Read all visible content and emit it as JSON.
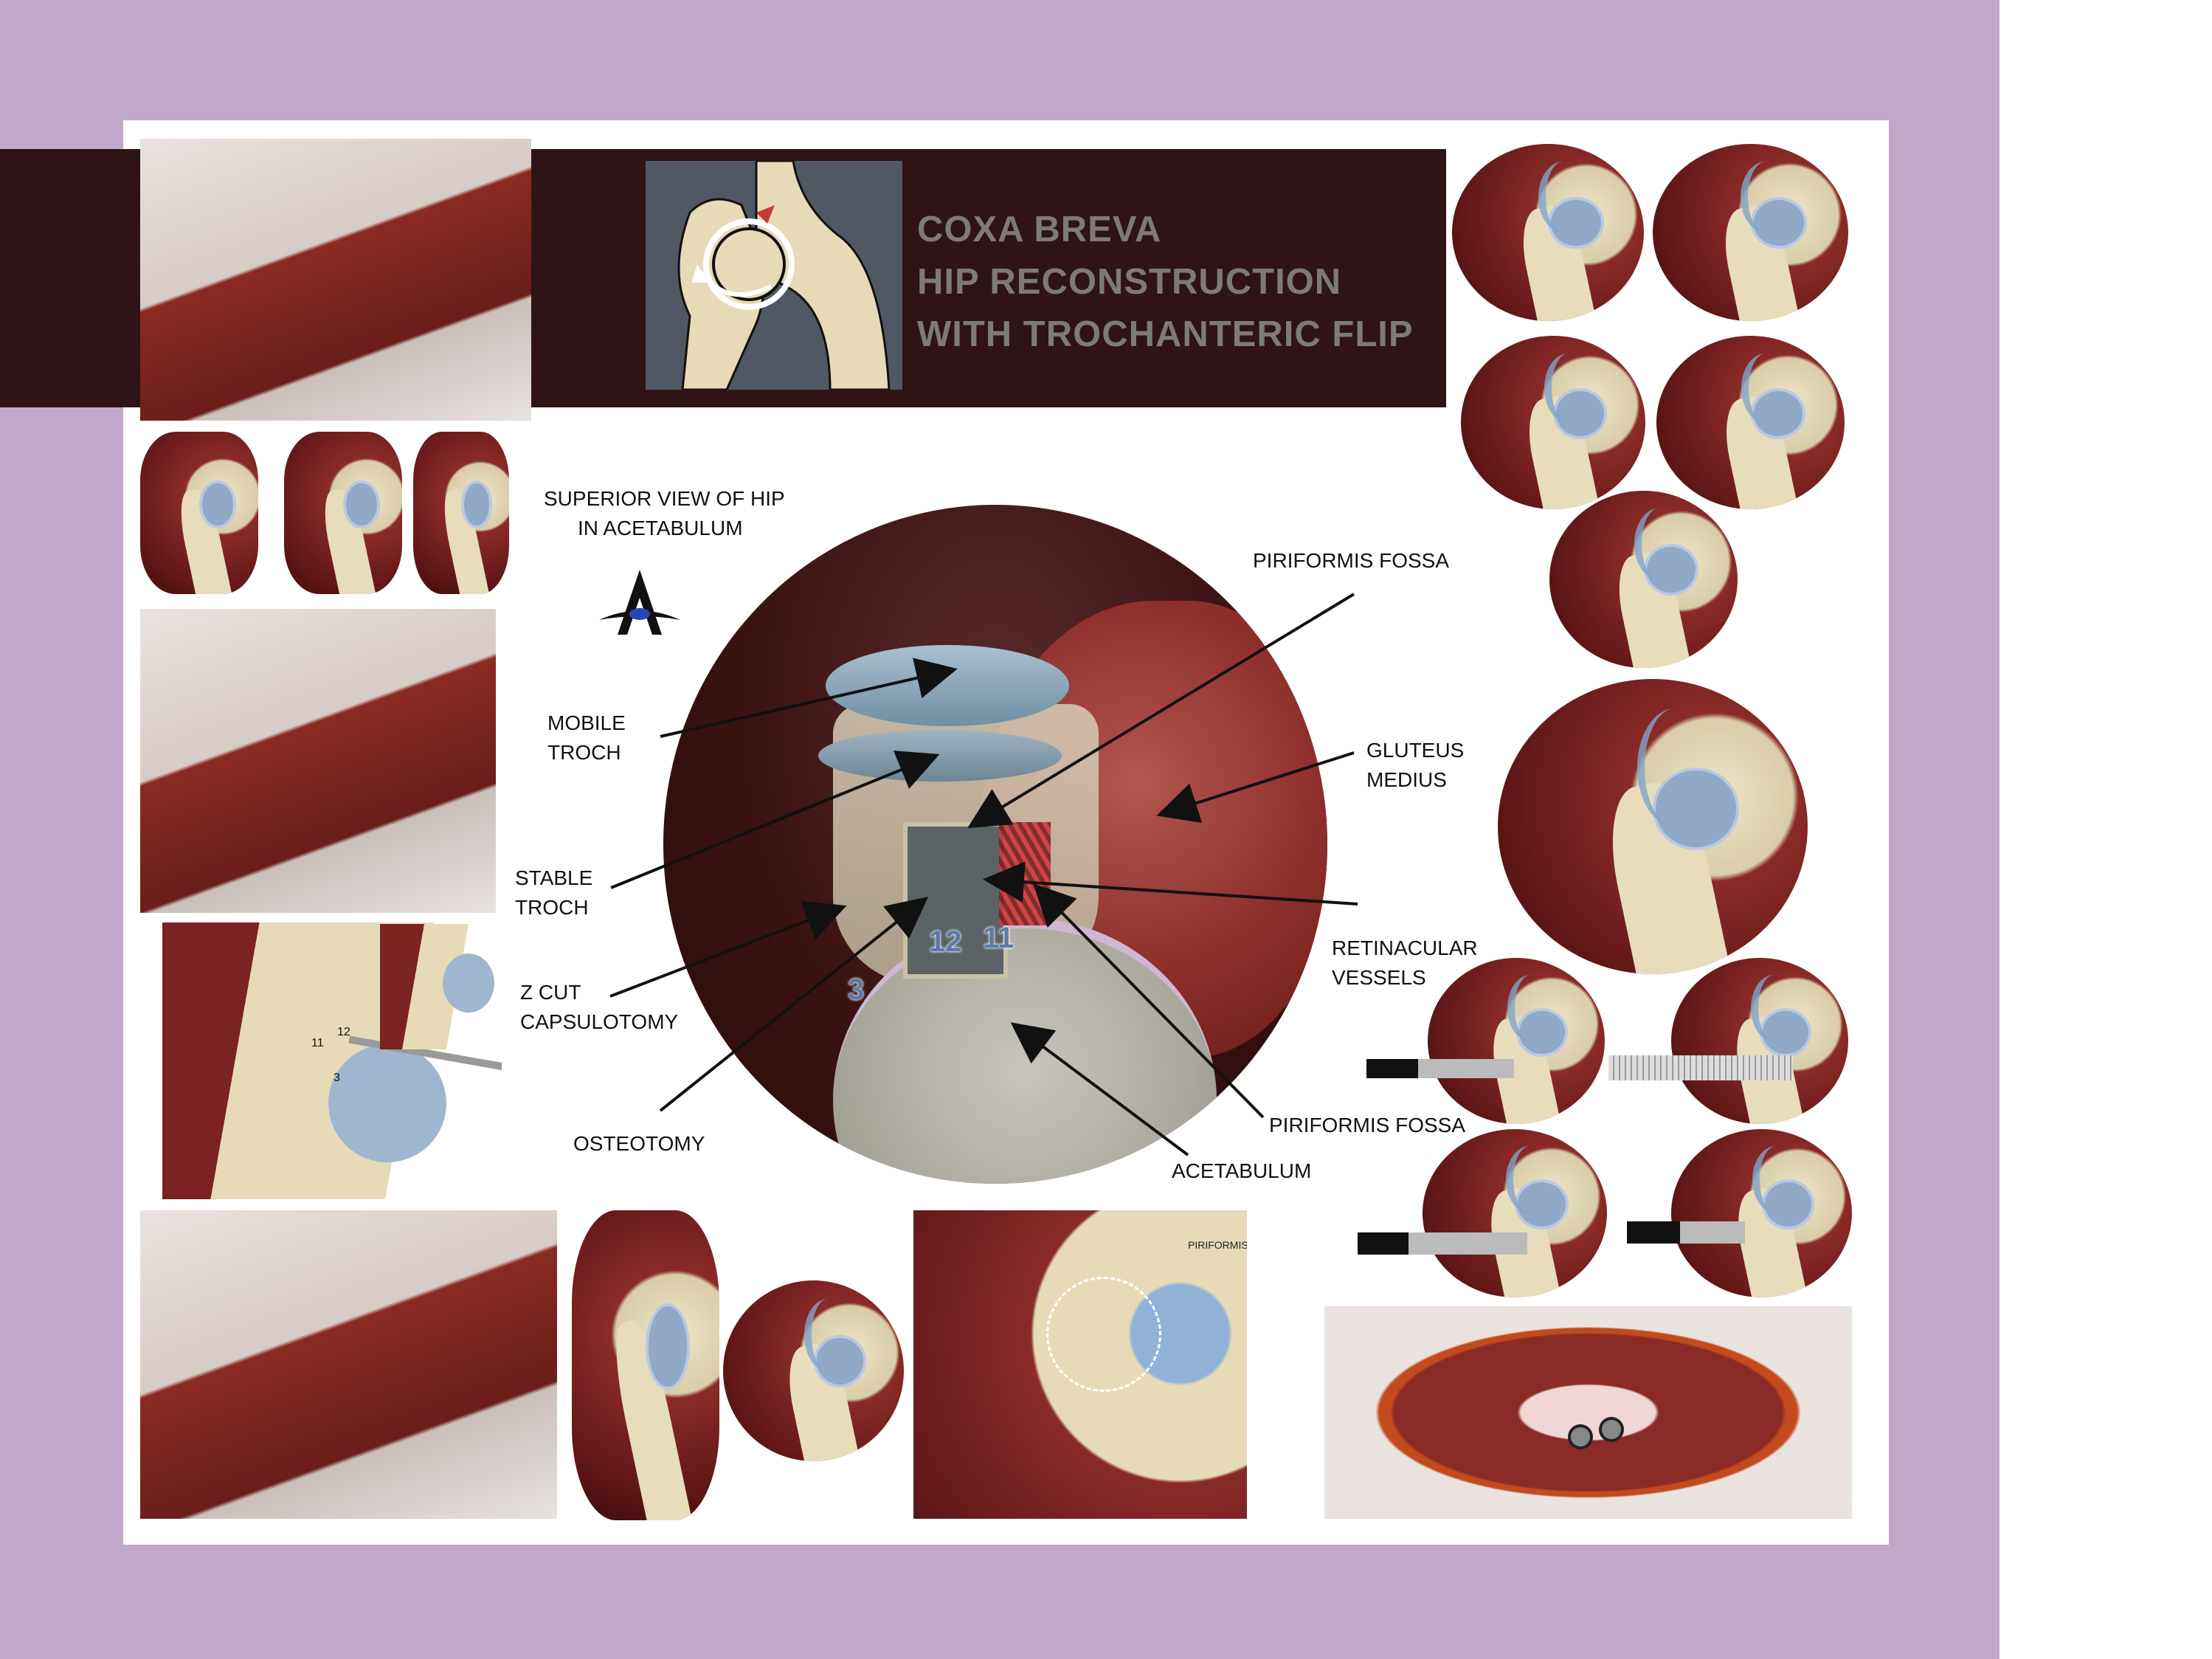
{
  "title": {
    "line1": "COXA BREVA",
    "line2": "HIP RECONSTRUCTION",
    "line3": "WITH TROCHANTERIC FLIP"
  },
  "center": {
    "heading_line1": "SUPERIOR VIEW OF HIP",
    "heading_line2": "IN ACETABULUM",
    "logo_letter": "A",
    "numbers": {
      "n12": "12",
      "n11": "11",
      "n3": "3"
    }
  },
  "labels": {
    "piriformis_top": "PIRIFORMIS FOSSA",
    "mobile_1": "MOBILE",
    "mobile_2": "TROCH",
    "gluteus_1": "GLUTEUS",
    "gluteus_2": "MEDIUS",
    "stable_1": "STABLE",
    "stable_2": "TROCH",
    "retinacular_1": "RETINACULAR",
    "retinacular_2": "VESSELS",
    "zcut_1": "Z CUT",
    "zcut_2": "CAPSULOTOMY",
    "piriformis_bottom": "PIRIFORMIS FOSSA",
    "osteotomy": "OSTEOTOMY",
    "acetabulum": "ACETABULUM"
  },
  "insets": {
    "small_numbers": {
      "a12": "12",
      "a11": "11",
      "a3": "3"
    },
    "bottom_piriformis": "PIRIFORMIS FOSSA"
  },
  "colors": {
    "frame": "#bfa8c8",
    "title_band": "#2e1416",
    "title_text": "#7d7a7a"
  }
}
